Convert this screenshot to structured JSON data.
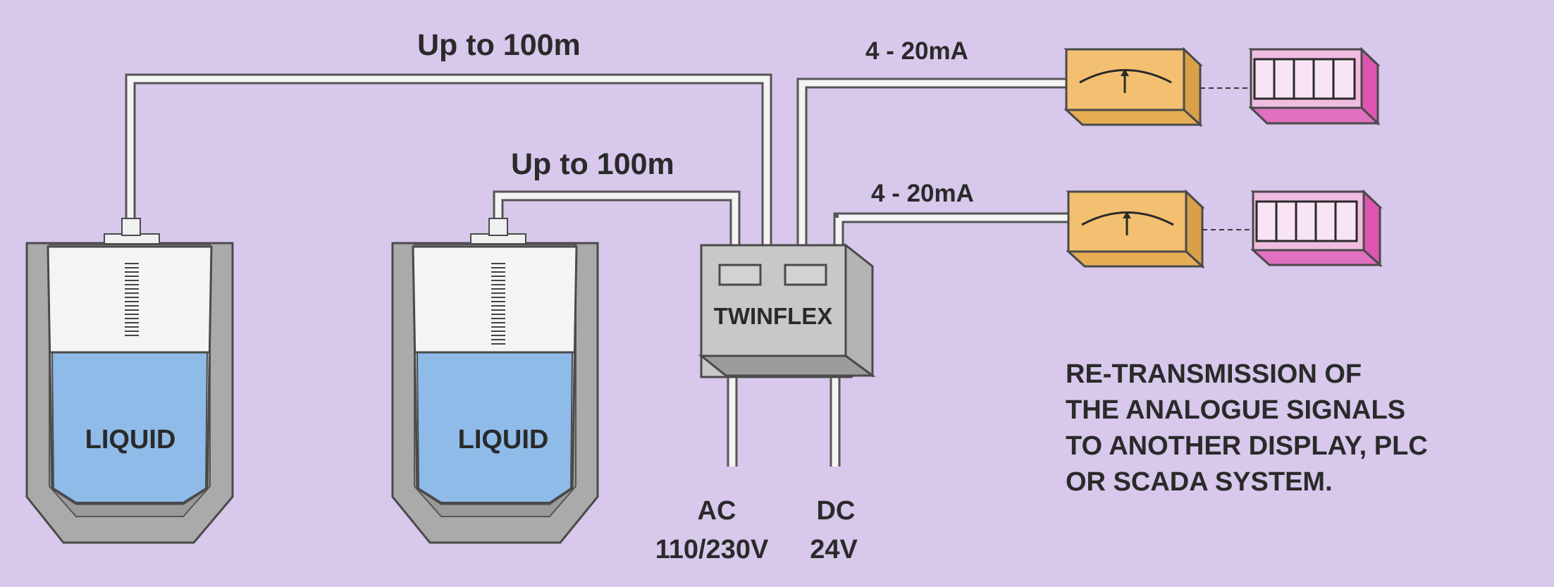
{
  "labels": {
    "cable_1_length": "Up to 100m",
    "cable_2_length": "Up to 100m",
    "output_1_signal": "4 - 20mA",
    "output_2_signal": "4 - 20mA",
    "controller_name": "TWINFLEX",
    "tank_1_contents": "LIQUID",
    "tank_2_contents": "LIQUID",
    "power_ac_type": "AC",
    "power_ac_voltage": "110/230V",
    "power_dc_type": "DC",
    "power_dc_voltage": "24V",
    "description_lines": [
      "RE-TRANSMISSION OF",
      "THE ANALOGUE SIGNALS",
      "TO ANOTHER DISPLAY, PLC",
      "OR SCADA SYSTEM."
    ]
  },
  "colors": {
    "background": "#d8c8ec",
    "liquid": "#8fbbe8",
    "tank_shell": "#aaaaaa",
    "controller": "#c8c8c8",
    "meter": "#f2c070",
    "display": "#f0bce0",
    "display_side": "#dd55b0"
  },
  "icons": [
    "analog-meter-icon",
    "digital-display-icon"
  ]
}
